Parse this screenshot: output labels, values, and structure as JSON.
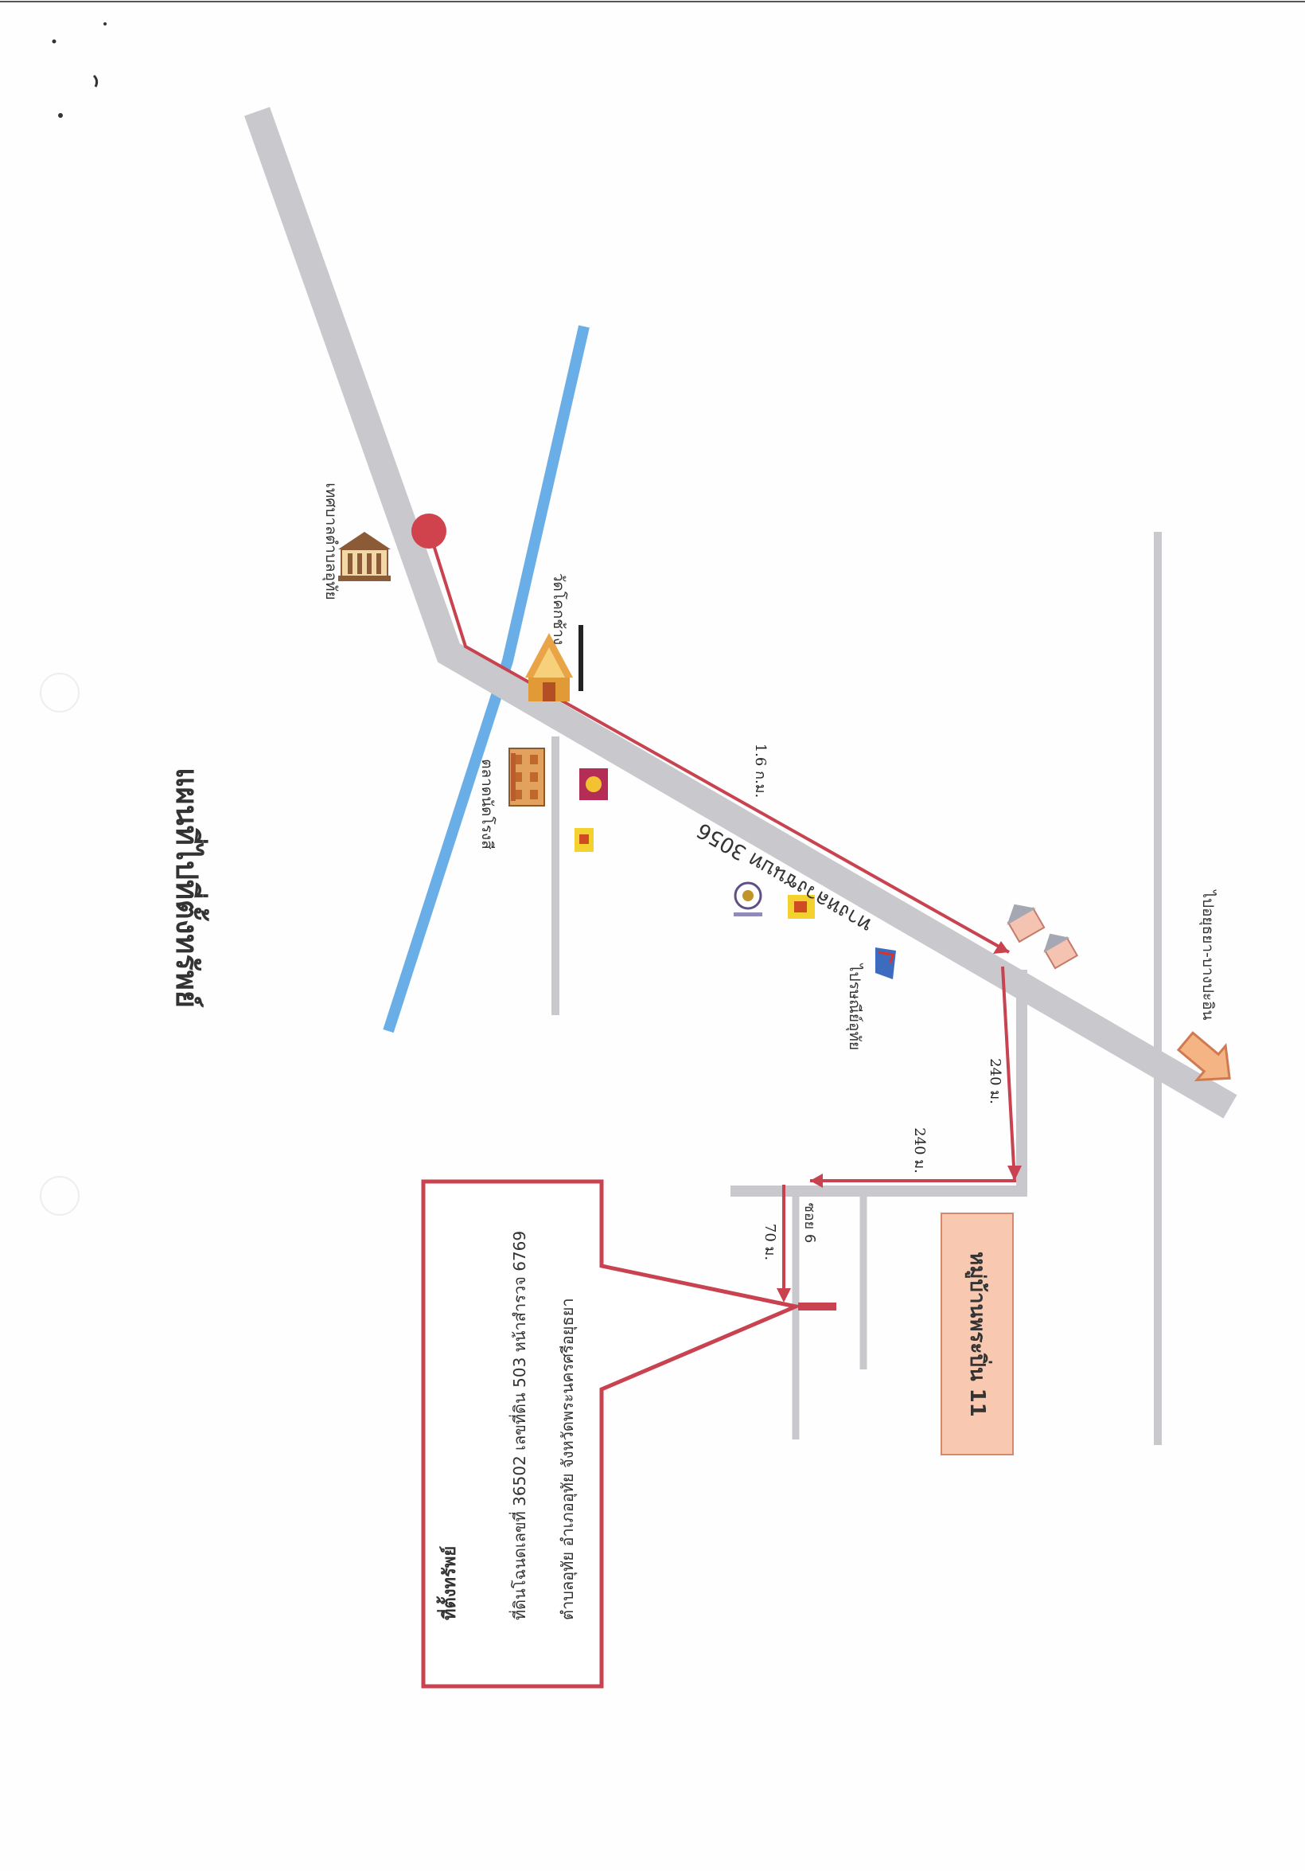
{
  "map": {
    "title": "แผนที่ไปที่ตั้งทรัพย์",
    "landmarks": {
      "municipality": "เทศบาลตำบลอุทัย",
      "temple": "วัดโคกช้าง",
      "market": "ตลาดนัดโรงสี",
      "post_office": "ไปรษณีย์อุทัย",
      "village": "หมู่บ้านพระปิ่น 11"
    },
    "roads": {
      "main_road": "ทางหลวงชนบท 3056",
      "soi": "ซอย 6",
      "to_direction": "ไปอยุธยา-บางปะอิน"
    },
    "distances": {
      "d1": "1.6 ก.ม.",
      "d2": "240 ม.",
      "d3": "240 ม.",
      "d4": "70 ม."
    },
    "property_box": {
      "heading": "ที่ตั้งทรัพย์",
      "line1": "ที่ดินโฉนดเลขที่ 36502 เลขที่ดิน 503 หน้าสำรวจ 6769",
      "line2": "ตำบลอุทัย อำเภออุทัย จังหวัดพระนครศรีอยุธยา"
    },
    "colors": {
      "road": "#c9c9cd",
      "river": "#6aaee8",
      "route": "#c8424f",
      "start_marker": "#d0434c",
      "village_fill": "#f8c9b0",
      "village_border": "#d48a6a",
      "arrow_fill": "#f4b483",
      "arrow_border": "#cf7a50"
    }
  }
}
